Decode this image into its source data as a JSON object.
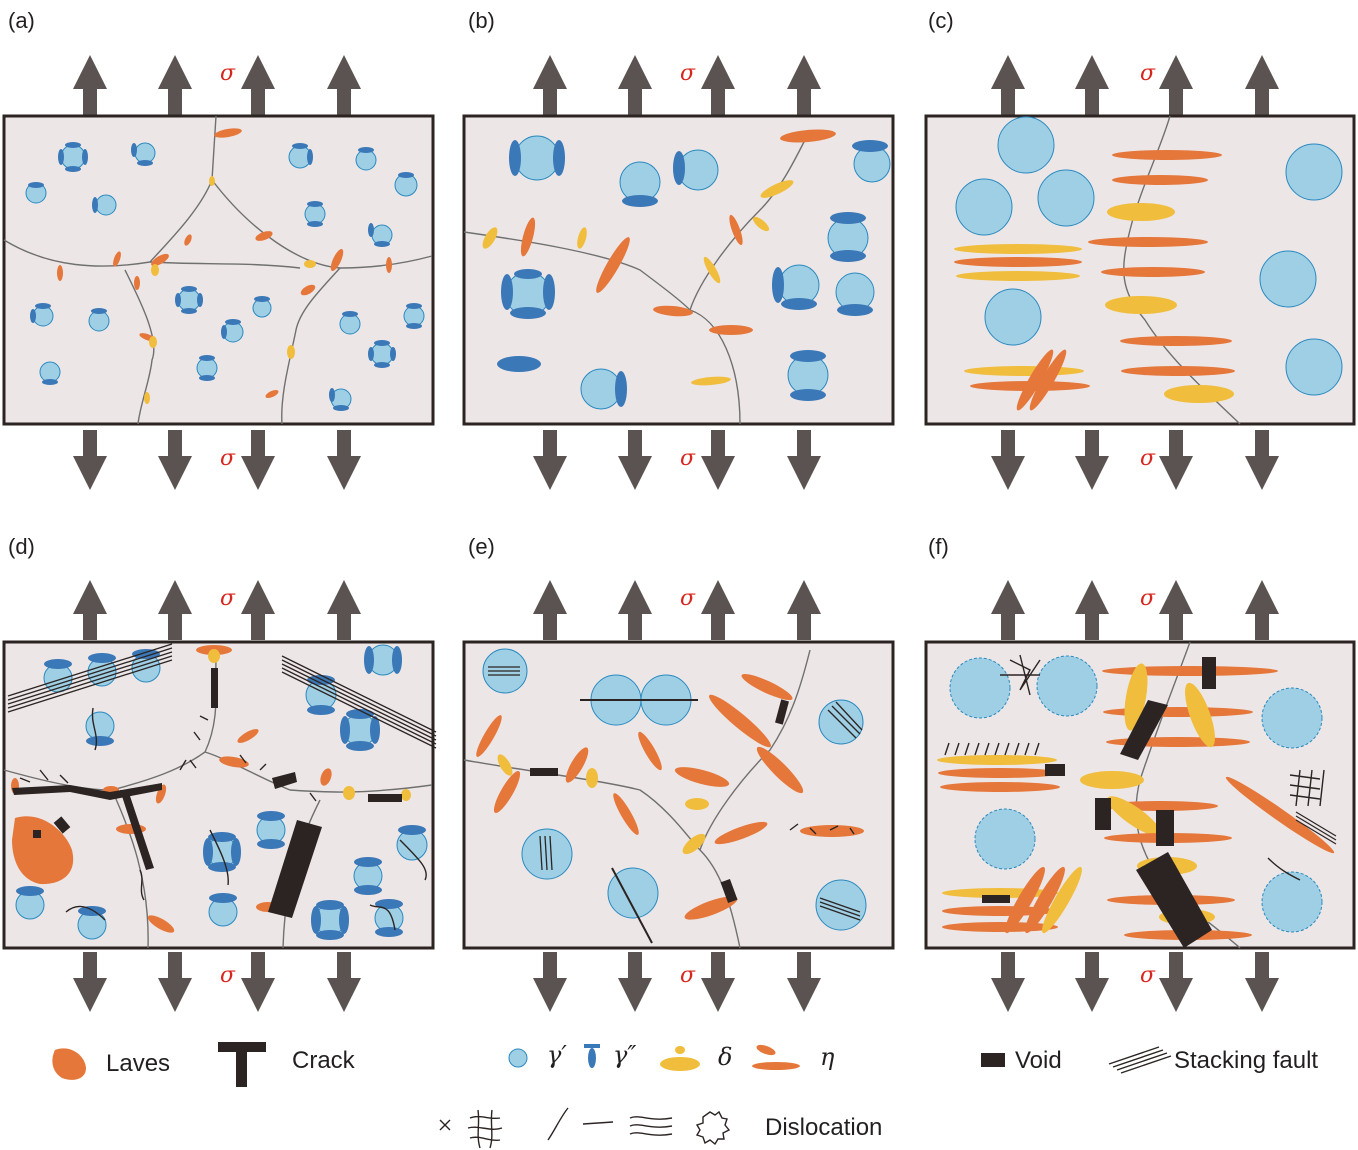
{
  "panels": [
    {
      "label": "(a)",
      "stress_label": "σ"
    },
    {
      "label": "(b)",
      "stress_label": "σ"
    },
    {
      "label": "(c)",
      "stress_label": "σ"
    },
    {
      "label": "(d)",
      "stress_label": "σ"
    },
    {
      "label": "(e)",
      "stress_label": "σ"
    },
    {
      "label": "(f)",
      "stress_label": "σ"
    }
  ],
  "legend": {
    "laves": "Laves",
    "crack": "Crack",
    "gamma_prime": "γ′",
    "gamma_double_prime": "γ″",
    "delta": "δ",
    "eta": "η",
    "void": "Void",
    "stacking_fault": "Stacking fault",
    "dislocation": "Dislocation"
  },
  "colors": {
    "matrix": "#ede6e6",
    "gamma_prime": "#9fcfe4",
    "gamma_double_prime": "#3a78b8",
    "delta": "#f0bd3c",
    "eta": "#e5773a",
    "defect": "#2b2422",
    "stress_label": "#d7261e",
    "arrow": "#5b5352"
  }
}
